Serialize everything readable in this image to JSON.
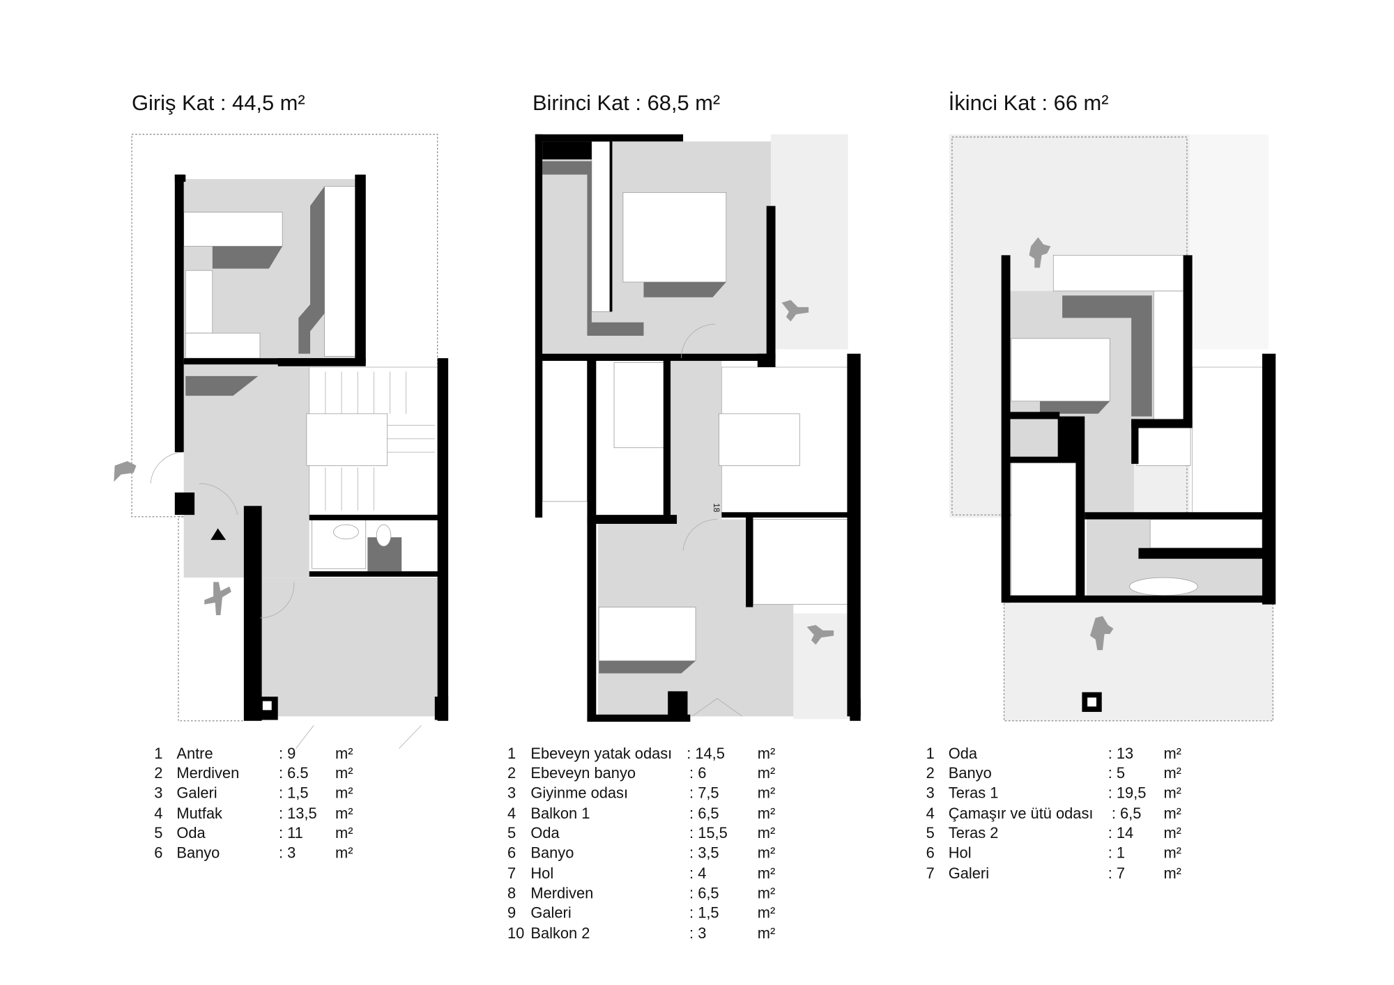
{
  "floors": [
    {
      "title": "Giriş Kat : 44,5 m²",
      "rooms": [
        {
          "no": "1",
          "name": "Antre",
          "area": ": 9",
          "unit": "m²"
        },
        {
          "no": "2",
          "name": "Merdiven",
          "area": ": 6.5",
          "unit": "m²"
        },
        {
          "no": "3",
          "name": "Galeri",
          "area": ": 1,5",
          "unit": "m²"
        },
        {
          "no": "4",
          "name": "Mutfak",
          "area": ": 13,5",
          "unit": "m²"
        },
        {
          "no": "5",
          "name": "Oda",
          "area": ": 11",
          "unit": "m²"
        },
        {
          "no": "6",
          "name": "Banyo",
          "area": ": 3",
          "unit": "m²"
        }
      ]
    },
    {
      "title": "Birinci Kat : 68,5 m²",
      "stair_label": "18",
      "rooms": [
        {
          "no": "1",
          "name": "Ebeveyn yatak odası",
          "area": ": 14,5",
          "unit": "m²"
        },
        {
          "no": "2",
          "name": "Ebeveyn banyo",
          "area": ": 6",
          "unit": "m²"
        },
        {
          "no": "3",
          "name": "Giyinme odası",
          "area": ": 7,5",
          "unit": "m²"
        },
        {
          "no": "4",
          "name": "Balkon 1",
          "area": ": 6,5",
          "unit": "m²"
        },
        {
          "no": "5",
          "name": "Oda",
          "area": ": 15,5",
          "unit": "m²"
        },
        {
          "no": "6",
          "name": "Banyo",
          "area": ": 3,5",
          "unit": "m²"
        },
        {
          "no": "7",
          "name": "Hol",
          "area": ": 4",
          "unit": "m²"
        },
        {
          "no": "8",
          "name": "Merdiven",
          "area": ": 6,5",
          "unit": "m²"
        },
        {
          "no": "9",
          "name": "Galeri",
          "area": ": 1,5",
          "unit": "m²"
        },
        {
          "no": "10",
          "name": "Balkon 2",
          "area": ": 3",
          "unit": "m²"
        }
      ]
    },
    {
      "title": "İkinci Kat : 66 m²",
      "rooms": [
        {
          "no": "1",
          "name": "Oda",
          "area": ": 13",
          "unit": "m²"
        },
        {
          "no": "2",
          "name": "Banyo",
          "area": ": 5",
          "unit": "m²"
        },
        {
          "no": "3",
          "name": "Teras 1",
          "area": ": 19,5",
          "unit": "m²"
        },
        {
          "no": "4",
          "name": "Çamaşır ve ütü odası",
          "area": ": 6,5",
          "unit": "m²"
        },
        {
          "no": "5",
          "name": "Teras 2",
          "area": ": 14",
          "unit": "m²"
        },
        {
          "no": "6",
          "name": "Hol",
          "area": ": 1",
          "unit": "m²"
        },
        {
          "no": "7",
          "name": "Galeri",
          "area": ": 7",
          "unit": "m²"
        }
      ]
    }
  ]
}
